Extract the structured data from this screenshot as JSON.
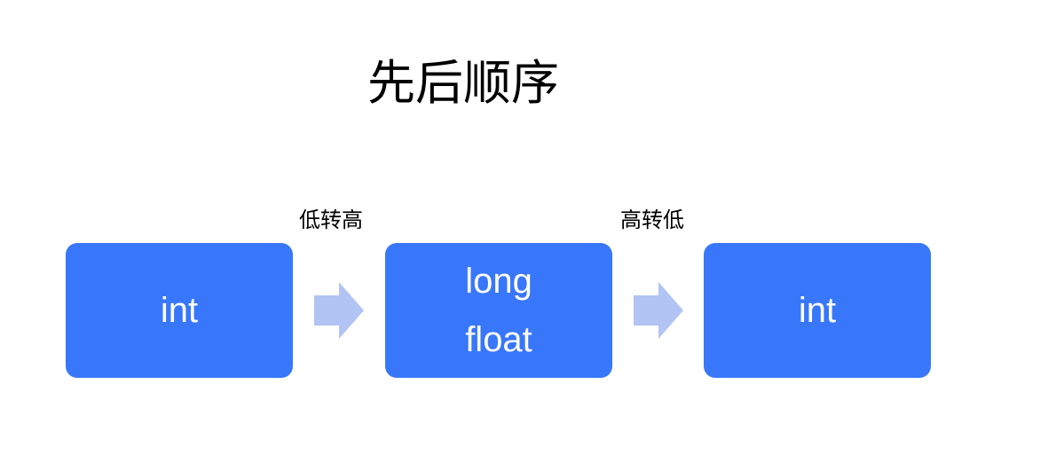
{
  "title": "先后顺序",
  "colors": {
    "box": "#3877FA",
    "arrow": "#B1C4F3",
    "text_on_box": "#FFFFFF"
  },
  "steps": [
    {
      "lines": [
        "int"
      ]
    },
    {
      "lines": [
        "long",
        "float"
      ]
    },
    {
      "lines": [
        "int"
      ]
    }
  ],
  "transitions": [
    {
      "label": "低转高",
      "icon": "right-arrow-icon"
    },
    {
      "label": "高转低",
      "icon": "right-arrow-icon"
    }
  ]
}
